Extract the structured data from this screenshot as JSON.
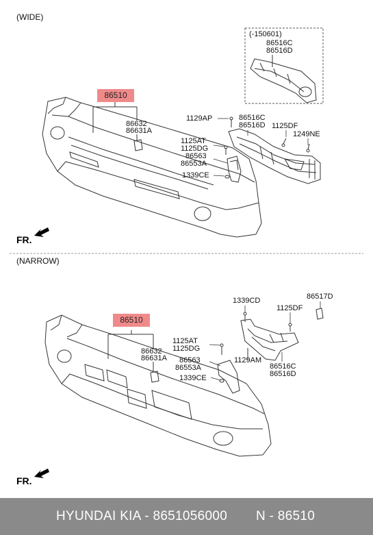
{
  "wide": {
    "section_label": "(WIDE)",
    "inset_label": "(-150601)",
    "main_part": "86510",
    "labels": {
      "inset_c": "86516C",
      "inset_d": "86516D",
      "p86632": "86632",
      "p86631a": "86631A",
      "p1129ap": "1129AP",
      "p86516c": "86516C",
      "p86516d": "86516D",
      "p1125df": "1125DF",
      "p1249ne": "1249NE",
      "p1125at": "1125AT",
      "p1125dg": "1125DG",
      "p86563": "86563",
      "p86553a": "86553A",
      "p1339ce": "1339CE"
    },
    "fr_label": "FR."
  },
  "narrow": {
    "section_label": "(NARROW)",
    "main_part": "86510",
    "labels": {
      "p1339cd": "1339CD",
      "p86517d": "86517D",
      "p1125df": "1125DF",
      "p86632": "86632",
      "p86631a": "86631A",
      "p1125at": "1125AT",
      "p1125dg": "1125DG",
      "p1129am": "1129AM",
      "p86563": "86563",
      "p86553a": "86553A",
      "p1339ce": "1339CE",
      "p86516c": "86516C",
      "p86516d": "86516D"
    },
    "fr_label": "FR."
  },
  "footer": {
    "brand": "HYUNDAI  KIA - 8651056000",
    "ref": "N - 86510"
  },
  "colors": {
    "highlight": "#f08a8a",
    "footer_bg": "#8a8a8a",
    "divider": "#9a9a9a"
  }
}
